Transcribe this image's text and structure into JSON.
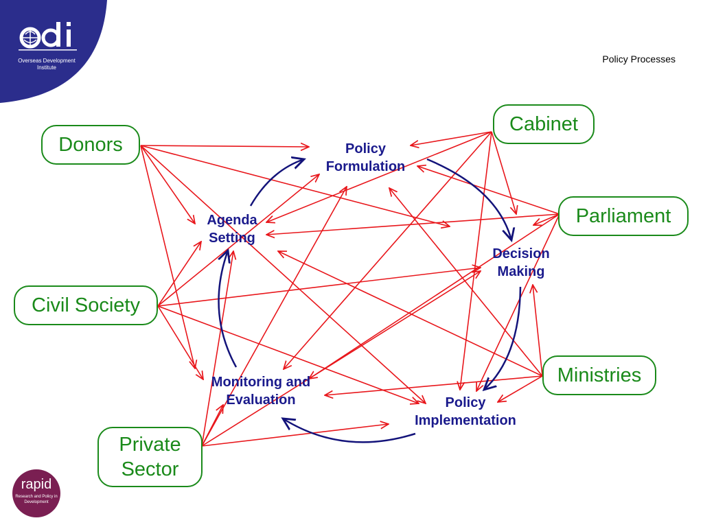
{
  "header": {
    "title": "Policy Processes"
  },
  "logo_odi": {
    "wordmark": "odi",
    "subtitle": "Overseas Development Institute"
  },
  "logo_rapid": {
    "wordmark": "rapid",
    "subtitle": "Research and Policy in Development"
  },
  "actors": {
    "donors": "Donors",
    "cabinet": "Cabinet",
    "parliament": "Parliament",
    "civil_society": "Civil Society",
    "ministries": "Ministries",
    "private_sector_line1": "Private",
    "private_sector_line2": "Sector"
  },
  "stages": {
    "policy_formulation_line1": "Policy",
    "policy_formulation_line2": "Formulation",
    "agenda_setting_line1": "Agenda",
    "agenda_setting_line2": "Setting",
    "decision_making_line1": "Decision",
    "decision_making_line2": "Making",
    "monitoring_line1": "Monitoring and",
    "monitoring_line2": "Evaluation",
    "implementation_line1": "Policy",
    "implementation_line2": "Implementation"
  },
  "colors": {
    "actor": "#1a8a1a",
    "stage": "#1a1a8c",
    "influence_arrow": "#e8161b",
    "cycle_arrow": "#13137a",
    "brand_odi": "#2b2d8c",
    "brand_rapid": "#7a1f52"
  }
}
